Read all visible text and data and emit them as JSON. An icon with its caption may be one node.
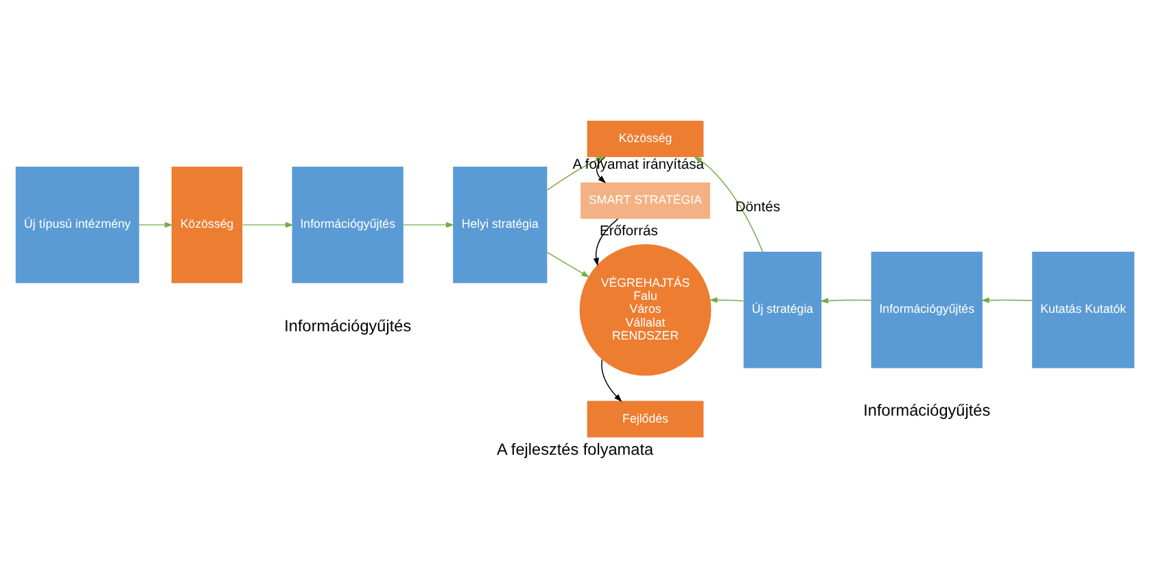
{
  "diagram": {
    "caption": "A fejlesztés folyamata",
    "nodes": [
      {
        "text": [
          "Új típusú intézmény"
        ]
      },
      {
        "text": [
          "Közösség"
        ]
      },
      {
        "text": [
          "Információgyűjtés"
        ]
      },
      {
        "text": [
          "Helyi stratégia"
        ]
      },
      {
        "text": [
          "Közösség"
        ]
      },
      {
        "text": [
          "SMART STRATÉGIA"
        ]
      },
      {
        "text": [
          "VÉGREHAJTÁS",
          "Falu",
          "Város",
          "Vállalat",
          "RENDSZER"
        ]
      },
      {
        "text": [
          "Új stratégia"
        ]
      },
      {
        "text": [
          "Információgyűjtés"
        ]
      },
      {
        "text": [
          "Kutatás Kutatók"
        ]
      },
      {
        "text": [
          "Fejlődés"
        ]
      }
    ],
    "edges": [
      {
        "from": 0,
        "to": 1,
        "arrow": "to"
      },
      {
        "from": 1,
        "to": 2,
        "arrow": "to"
      },
      {
        "from": 2,
        "to": 3,
        "arrow": "to"
      },
      {
        "from": 3,
        "to": 6,
        "arrow": "to"
      },
      {
        "from": 3,
        "to": 4,
        "arrow": "to",
        "label": "A folyamat irányítása"
      },
      {
        "from": 7,
        "to": 4,
        "arrow": "to",
        "label": "Döntés"
      },
      {
        "from": 4,
        "to": 5,
        "arrow": "to",
        "color": "#000000"
      },
      {
        "from": 5,
        "to": 6,
        "arrow": "to",
        "label": "Erőforrás",
        "color": "#000000"
      },
      {
        "from": 9,
        "to": 8,
        "arrow": "to"
      },
      {
        "from": 8,
        "to": 7,
        "arrow": "to"
      },
      {
        "from": 7,
        "to": 6,
        "arrow": "to"
      },
      {
        "from": 6,
        "to": 10,
        "arrow": "to",
        "color": "#000000"
      }
    ],
    "labels": [
      "Információgyűjtés",
      "Információgyűjtés"
    ]
  }
}
